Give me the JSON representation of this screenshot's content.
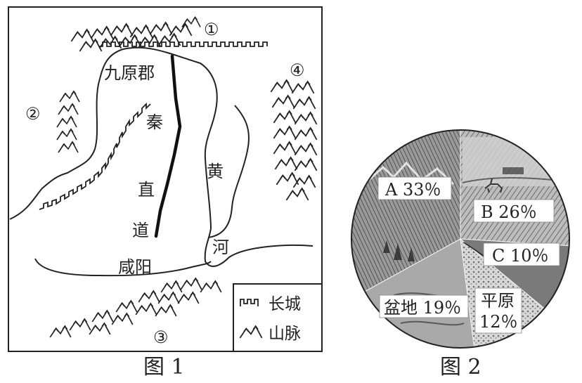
{
  "figure1": {
    "caption": "图 1",
    "labels": {
      "m1": "①",
      "m2": "②",
      "m3": "③",
      "m4": "④",
      "jiuyuan": "九原郡",
      "qin": "秦",
      "zhi": "直",
      "dao": "道",
      "huang": "黄",
      "he": "河",
      "xianyang": "咸阳"
    },
    "legend": {
      "great_wall": "长城",
      "mountain": "山脉"
    }
  },
  "figure2": {
    "caption": "图 2",
    "chart_data": {
      "type": "pie",
      "title": "",
      "slices": [
        {
          "label": "A",
          "value": 33
        },
        {
          "label": "B",
          "value": 26
        },
        {
          "label": "C",
          "value": 10
        },
        {
          "label": "平原",
          "value": 12
        },
        {
          "label": "盆地",
          "value": 19
        }
      ],
      "value_labels": [
        "A 33％",
        "B 26％",
        "C 10％",
        "平原 12％",
        "盆地 19％"
      ]
    }
  }
}
